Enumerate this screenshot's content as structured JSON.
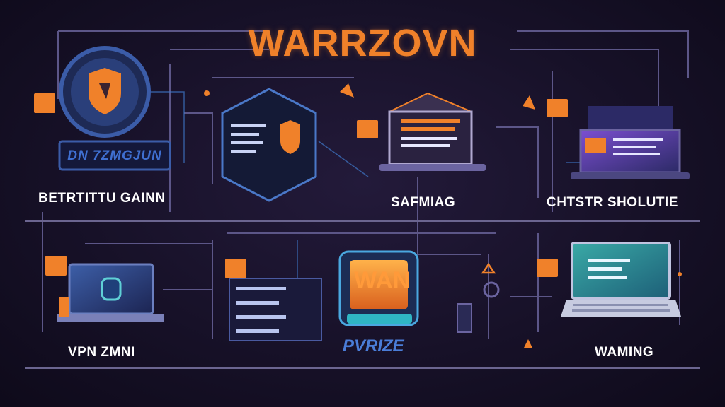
{
  "title": "WARRZOVN",
  "emblem_label": "DN 7ZMGJUN",
  "captions": {
    "top_left": "BETRTITTU GAINN",
    "top_center": "SAFMIAG",
    "top_right": "CHTSTR SHOLUTIE",
    "bottom_left": "VPN ZMNI",
    "bottom_center": "PVRIZE",
    "bottom_right": "WAMING"
  },
  "screen_label": "WAN",
  "colors": {
    "accent_orange": "#f0812a",
    "glow_blue": "#4fa3ff",
    "purple": "#9b5cff",
    "background": "#171128"
  }
}
